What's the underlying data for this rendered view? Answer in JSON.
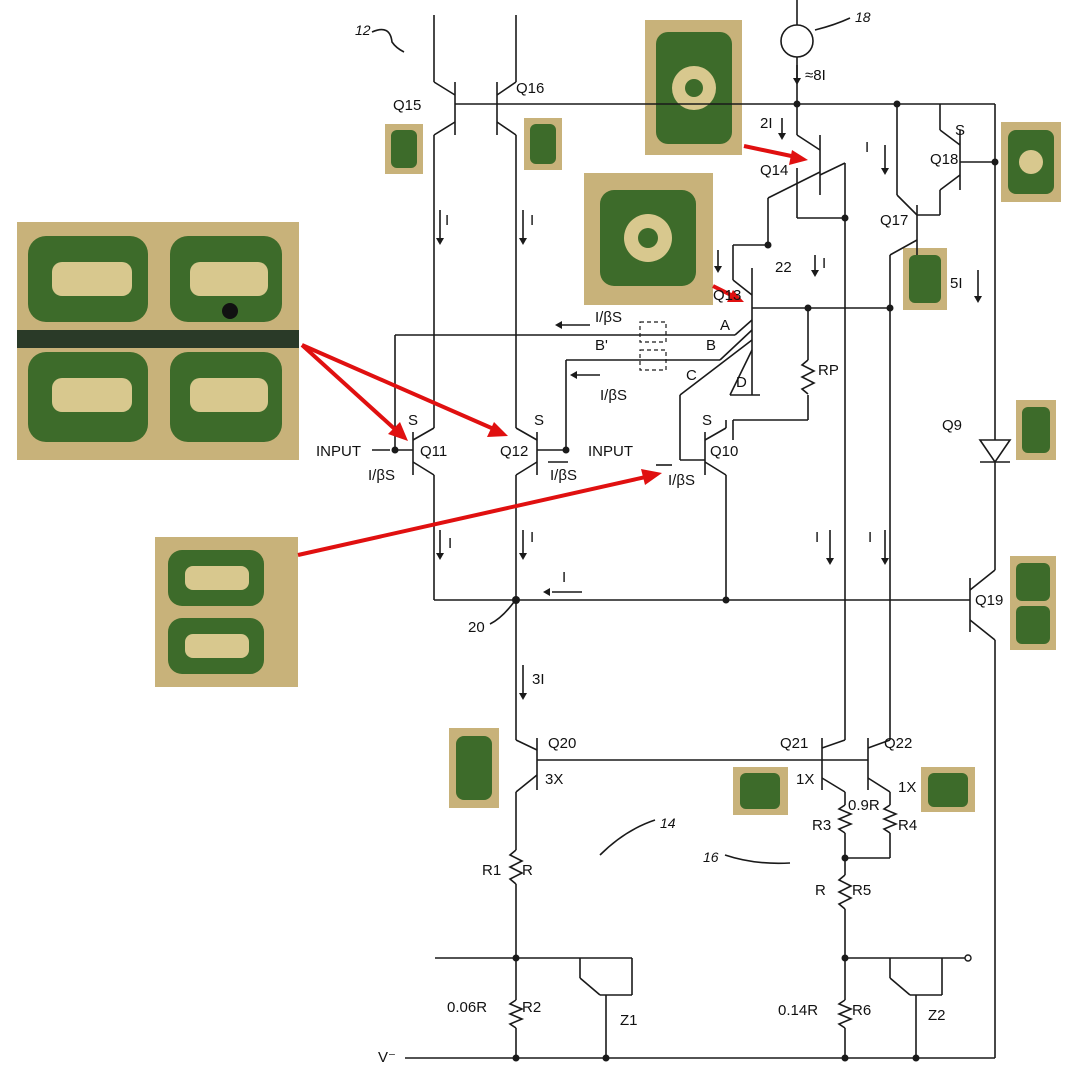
{
  "labels": {
    "ref12": "12",
    "ref18": "18",
    "ref22": "22",
    "ref20": "20",
    "ref14": "14",
    "ref16": "16",
    "q15": "Q15",
    "q16": "Q16",
    "q14": "Q14",
    "q18": "Q18",
    "q17": "Q17",
    "q13": "Q13",
    "q11": "Q11",
    "q12": "Q12",
    "q10": "Q10",
    "q9": "Q9",
    "q19": "Q19",
    "q20": "Q20",
    "q21": "Q21",
    "q22": "Q22",
    "input_left": "INPUT",
    "input_right": "INPUT",
    "s": "S",
    "a": "A",
    "b": "B",
    "bprime": "B'",
    "c": "C",
    "d": "D",
    "rp": "RP",
    "cur_8i": "≈8I",
    "cur_2i": "2I",
    "cur_i": "I",
    "cur_5i": "5I",
    "cur_3i": "3I",
    "ibs": "I/βS",
    "x3": "3X",
    "x1": "1X",
    "r1": "R1",
    "r": "R",
    "r2": "R2",
    "r3": "R3",
    "r4": "R4",
    "r5": "R5",
    "r6": "R6",
    "r09": "0.9R",
    "r006": "0.06R",
    "r014": "0.14R",
    "z1": "Z1",
    "z2": "Z2",
    "vminus": "V⁻"
  }
}
